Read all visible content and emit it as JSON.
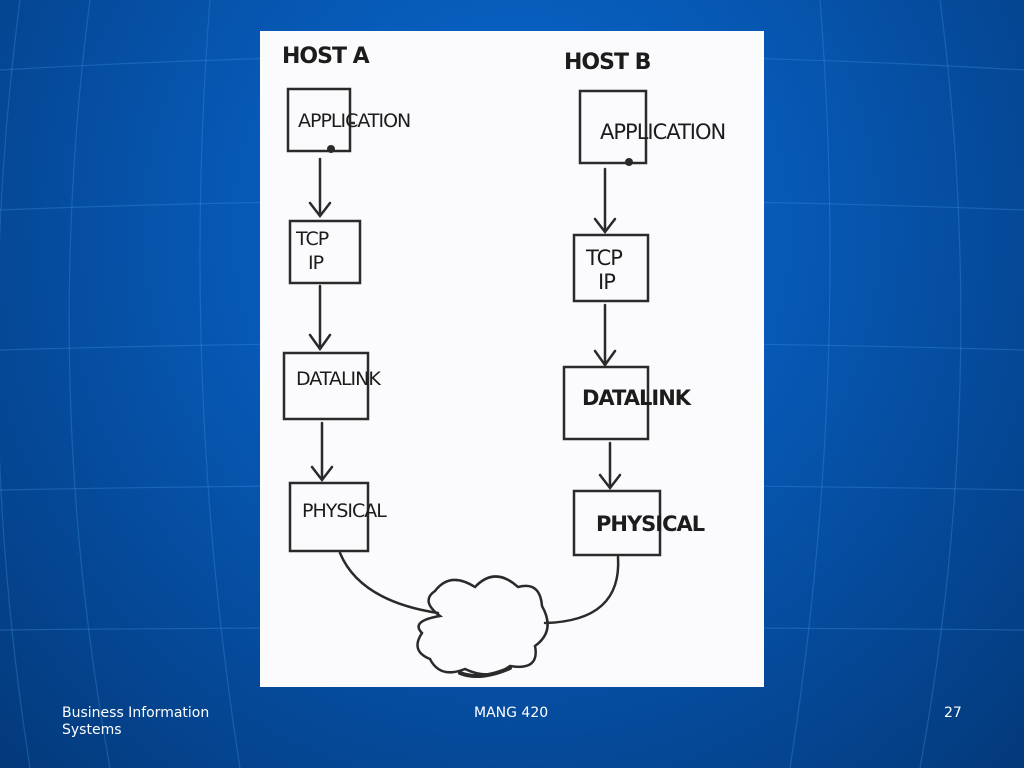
{
  "diagram": {
    "host_a": {
      "title": "HOST A",
      "layers": [
        "APPLICATION",
        "TCP",
        "IP",
        "DATALINK",
        "PHYSICAL"
      ]
    },
    "host_b": {
      "title": "HOST B",
      "layers": [
        "APPLICATION",
        "TCP",
        "IP",
        "DATALINK",
        "PHYSICAL"
      ]
    }
  },
  "footer": {
    "left": "Business Information Systems",
    "center": "MANG 420",
    "page_number": "27"
  }
}
